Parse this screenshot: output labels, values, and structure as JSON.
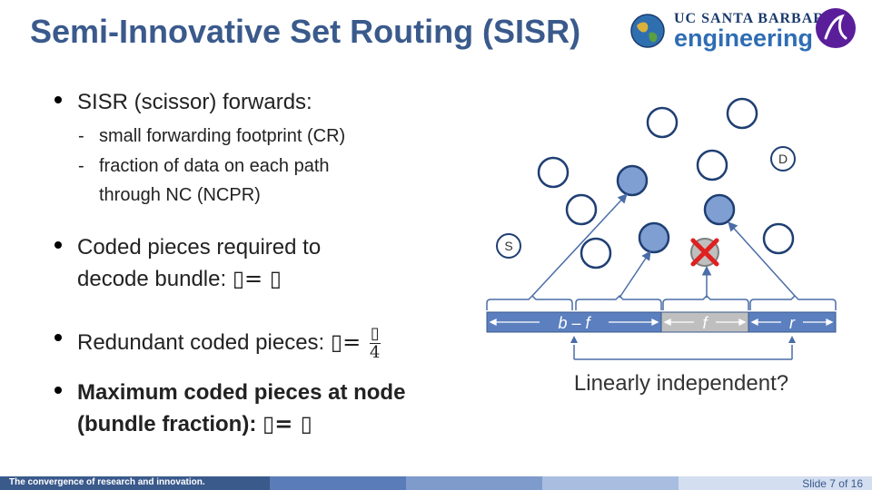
{
  "title": "Semi-Innovative Set Routing (SISR)",
  "logos": {
    "ucsb_small": "UC SANTA BARBARA",
    "ucsb_big": "engineering"
  },
  "bullets": [
    {
      "text": "SISR (scissor) forwards:",
      "subs": [
        "small  forwarding footprint (CR)",
        "fraction of data on each path",
        "through NC (NCPR)"
      ]
    },
    {
      "line1": "Coded pieces required to",
      "line2": "decode bundle: ",
      "eq_a": " ",
      "eq_b": ""
    },
    {
      "text": "Redundant coded pieces: ",
      "frac_den": "4"
    },
    {
      "line1": "Maximum coded pieces at node",
      "line2": "(bundle fraction): "
    }
  ],
  "diagram": {
    "source_label": "S",
    "dest_label": "D",
    "segments": [
      "b – f",
      "f",
      "r"
    ],
    "caption": "Linearly independent?"
  },
  "footer": {
    "tagline": "The convergence of research and innovation.",
    "slide": "Slide 7 of 16"
  },
  "colors": {
    "title": "#3a5a8c",
    "node_fill": "#7f9fd3",
    "node_stroke": "#1f3f73",
    "bar": "#5b7fbf",
    "bar_mid": "#bfbfbf",
    "cross": "#e02020"
  }
}
